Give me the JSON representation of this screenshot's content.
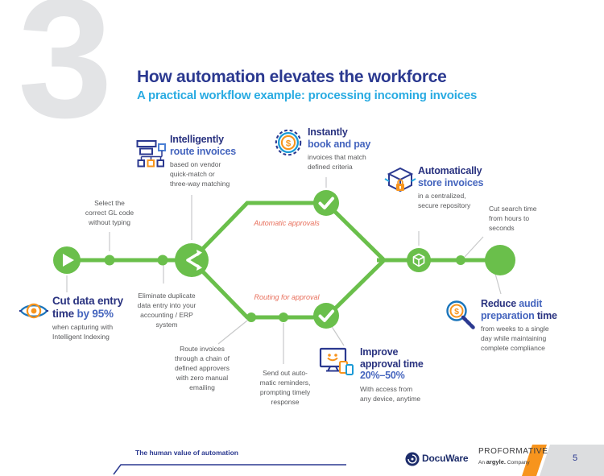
{
  "header": {
    "chapter_number": "3",
    "title": "How automation elevates the workforce",
    "subtitle": "A practical workflow example: processing incoming invoices"
  },
  "diagram": {
    "path_labels": {
      "automatic": "Automatic approvals",
      "routing": "Routing for approval"
    },
    "callouts": {
      "route": {
        "icon": "org-chart-icon",
        "heading_primary": "Intelligently",
        "heading_accent": "route invoices",
        "body": "based on vendor\nquick-match or\nthree-way matching"
      },
      "book_pay": {
        "icon": "coin-dollar-icon",
        "heading_primary": "Instantly",
        "heading_accent": "book and pay",
        "body": "invoices that match\ndefined criteria"
      },
      "store": {
        "icon": "secure-box-icon",
        "heading_primary": "Automatically",
        "heading_accent": "store invoices",
        "body": "in a centralized,\nsecure repository"
      },
      "data_entry": {
        "icon": "eye-icon",
        "heading_line1": "Cut data entry",
        "heading_line2_primary": "time ",
        "heading_line2_accent": "by 95%",
        "body": "when capturing with\nIntelligent Indexing"
      },
      "approval": {
        "icon": "devices-icon",
        "heading_line1": "Improve",
        "heading_line2": "approval time",
        "heading_accent": "20%–50%",
        "body": "With access from\nany device, anytime"
      },
      "audit": {
        "icon": "magnifier-dollar-icon",
        "heading_l1_primary": "Reduce ",
        "heading_l1_accent": "audit",
        "heading_l2_accent": "preparation ",
        "heading_l2_primary": "time",
        "body": "from weeks to a single\nday while maintaining\ncomplete compliance"
      }
    },
    "notes": {
      "gl_code": "Select the\ncorrect GL code\nwithout typing",
      "search_time": "Cut search time\nfrom hours to\nseconds",
      "duplicate": "Eliminate duplicate\ndata entry into your\naccounting / ERP\nsystem",
      "approvers": "Route invoices\nthrough a chain of\ndefined approvers\nwith zero manual\nemailing",
      "reminders": "Send out auto-\nmatic reminders,\nprompting timely\nresponse"
    },
    "icons": {
      "dollar_glyph": "$"
    }
  },
  "footer": {
    "tagline": "The human value of automation",
    "brand": "DocuWare",
    "partner": "PROFORMATIVE",
    "partner_sub_prefix": "An ",
    "partner_sub_brand": "argyle.",
    "partner_sub_suffix": " Company",
    "page_number": "5"
  },
  "colors": {
    "flow_green": "#6abf4b",
    "navy": "#2b3990",
    "accent_blue": "#4565be",
    "cyan": "#29abe2",
    "orange": "#f7941d",
    "body_gray": "#58595b",
    "path_label_red": "#e8705d",
    "page_tab_gray": "#dcdddf"
  }
}
